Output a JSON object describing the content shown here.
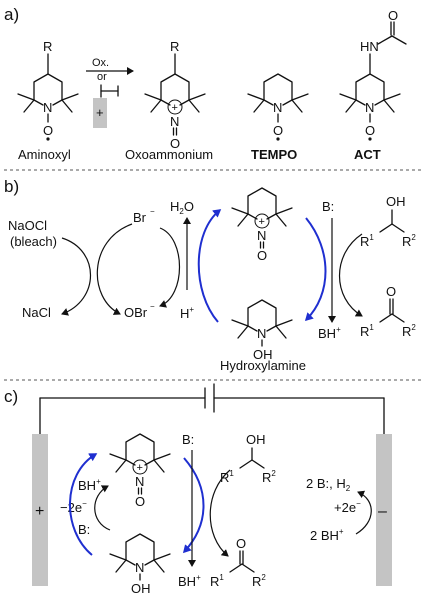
{
  "panels": {
    "a": {
      "label": "a)"
    },
    "b": {
      "label": "b)"
    },
    "c": {
      "label": "c)"
    }
  },
  "panel_a": {
    "r_aminoxyl": "R",
    "r_oxoammonium": "R",
    "arrow_top": "Ox.",
    "arrow_mid": "or",
    "anode_sign": "+",
    "aminoxyl_caption": "Aminoxyl",
    "oxoammonium_caption": "Oxoammonium",
    "tempo_caption": "TEMPO",
    "act_caption": "ACT",
    "act_nh": "HN",
    "act_o": "O",
    "n": "N",
    "o": "O",
    "plus_circle": "+"
  },
  "panel_b": {
    "naocl": "NaOCl",
    "bleach": "(bleach)",
    "nacl": "NaCl",
    "br": "Br",
    "obr": "OBr",
    "minus": "−",
    "h2o": "H",
    "h2o_o": "O",
    "h2o_sub": "2",
    "h_plus": "H",
    "plus": "+",
    "base": "B:",
    "bh": "BH",
    "oh": "OH",
    "r": "R",
    "sup1": "1",
    "sup2": "2",
    "ketone_o": "O",
    "hydroxylamine_oh": "OH",
    "hydroxylamine_caption": "Hydroxylamine"
  },
  "panel_c": {
    "anode": "+",
    "cathode": "–",
    "bh_left": "BH",
    "minus_2e": "−2e",
    "b_left": "B:",
    "base": "B:",
    "bh_mid": "BH",
    "oh": "OH",
    "ketone_o": "O",
    "r": "R",
    "sup1": "1",
    "sup2": "2",
    "cathode_products": "2 B:, H",
    "cathode_products_sub": "2",
    "plus_2e": "+2e",
    "bh_right": "2 BH",
    "plus": "+",
    "minus_sup": "−",
    "n_plus": "+",
    "n": "N",
    "o": "O",
    "hydroxylamine_oh": "OH"
  },
  "colors": {
    "blue_arrow": "#1f2fd0",
    "electrode": "#c4c4c4",
    "dashed": "#555555"
  }
}
